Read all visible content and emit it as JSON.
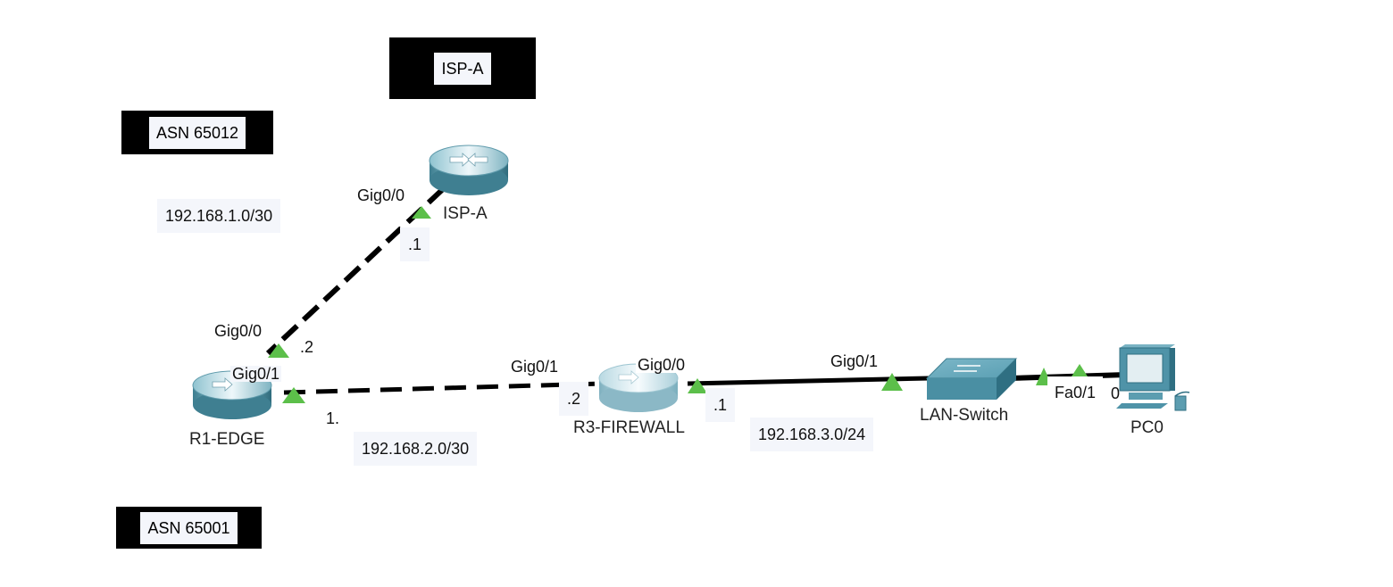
{
  "notes": {
    "isp": "ISP-A",
    "asn_top": "ASN 65012",
    "asn_bottom": "ASN 65001"
  },
  "devices": {
    "isp_router": "ISP-A",
    "r1": "R1-EDGE",
    "r3": "R3-FIREWALL",
    "switch": "LAN-Switch",
    "pc": "PC0"
  },
  "subnets": {
    "isp_link": "192.168.1.0/30",
    "r1_r3_link": "192.168.2.0/30",
    "lan": "192.168.3.0/24"
  },
  "ports": {
    "isp_gig00": "Gig0/0",
    "isp_host": ".1",
    "r1_gig00": "Gig0/0",
    "r1_gig00_host": ".2",
    "r1_gig01": "Gig0/1",
    "r1_gig01_host": "1.",
    "r3_gig01": "Gig0/1",
    "r3_gig01_host": ".2",
    "r3_gig00": "Gig0/0",
    "r3_gig00_host": ".1",
    "sw_gig01": "Gig0/1",
    "sw_fa01": "Fa0/1",
    "pc_fa0_partial": "0"
  },
  "colors": {
    "link_up": "#5cbf4a",
    "router_body": "#6fa9b8",
    "switch_body": "#4f93a8",
    "note_bg": "#000000",
    "label_bg": "#f4f6fb"
  }
}
